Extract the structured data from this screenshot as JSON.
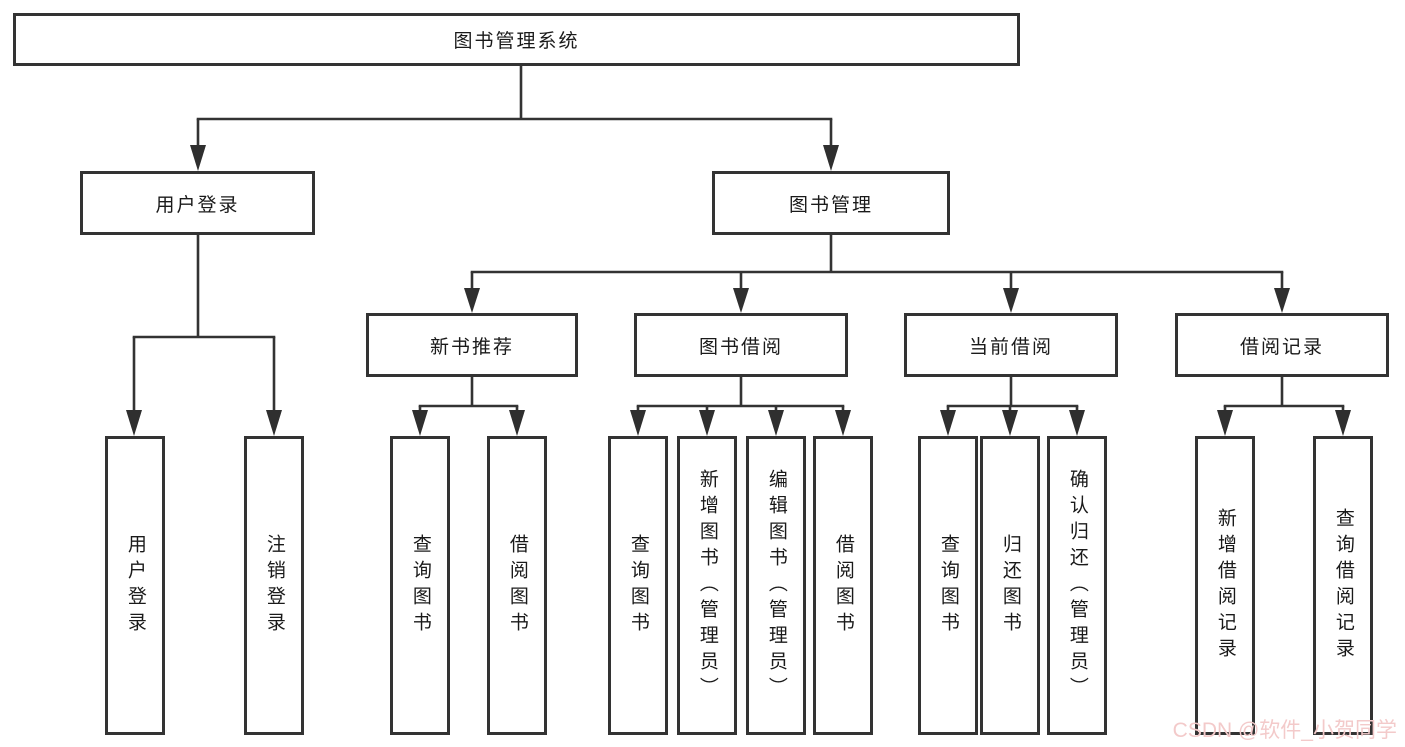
{
  "tree": {
    "label": "图书管理系统",
    "children": [
      {
        "label": "用户登录",
        "children": [
          {
            "label": "用户登录"
          },
          {
            "label": "注销登录"
          }
        ]
      },
      {
        "label": "图书管理",
        "children": [
          {
            "label": "新书推荐",
            "children": [
              {
                "label": "查询图书"
              },
              {
                "label": "借阅图书"
              }
            ]
          },
          {
            "label": "图书借阅",
            "children": [
              {
                "label": "查询图书"
              },
              {
                "label": "新增图书（管理员）"
              },
              {
                "label": "编辑图书（管理员）"
              },
              {
                "label": "借阅图书"
              }
            ]
          },
          {
            "label": "当前借阅",
            "children": [
              {
                "label": "查询图书"
              },
              {
                "label": "归还图书"
              },
              {
                "label": "确认归还（管理员）"
              }
            ]
          },
          {
            "label": "借阅记录",
            "children": [
              {
                "label": "新增借阅记录"
              },
              {
                "label": "查询借阅记录"
              }
            ]
          }
        ]
      }
    ]
  },
  "watermark": {
    "text": "CSDN @软件_小贺同学",
    "color": "#f3caca"
  },
  "colors": {
    "line": "#333333",
    "box_border": "#333333",
    "text": "#1a1a1a",
    "background": "#ffffff"
  }
}
